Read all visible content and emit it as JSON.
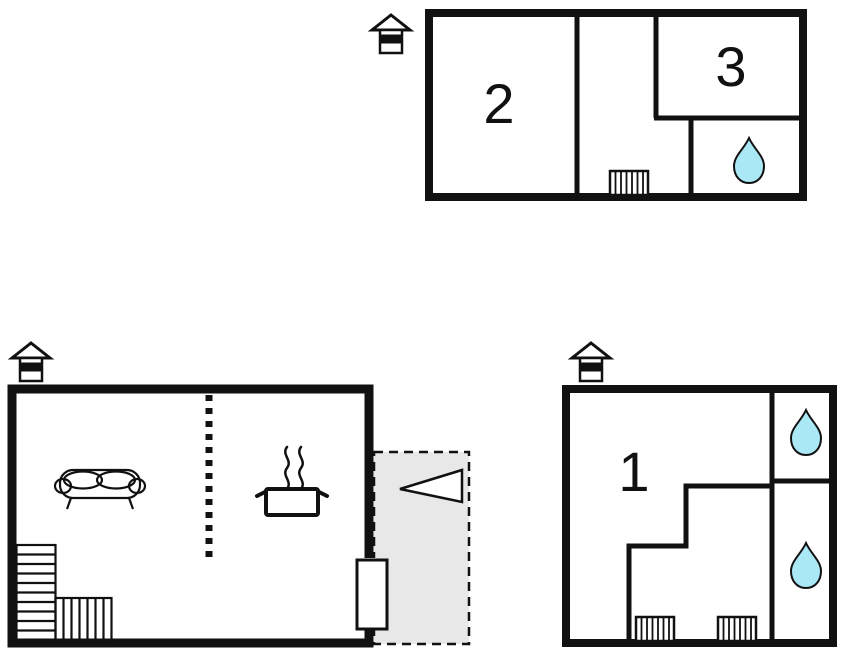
{
  "scene": {
    "type": "vacation-home-floor-plan",
    "background": "#ffffff"
  },
  "colors": {
    "wall": "#111111",
    "water_drop": "#a9e8f4",
    "terrace": "#e8e8e8",
    "white": "#ffffff"
  },
  "labels": {
    "room1": "1",
    "room2": "2",
    "room3": "3"
  },
  "plans": {
    "upper_floor": {
      "rooms": [
        "2",
        "3"
      ],
      "features": [
        "house-icon",
        "radiator",
        "water-drop-bathroom"
      ]
    },
    "ground_floor": {
      "rooms": [],
      "features": [
        "house-icon",
        "sofa",
        "stove-pot",
        "dashed-partition",
        "stairs",
        "door",
        "terrace-dashed",
        "terrace-arrow"
      ]
    },
    "annex": {
      "rooms": [
        "1"
      ],
      "features": [
        "house-icon",
        "water-drop-bathroom",
        "water-drop-bathroom",
        "stepped-wall",
        "radiator",
        "radiator"
      ]
    }
  },
  "icons": [
    "house-icon",
    "water-drop-icon",
    "radiator-icon",
    "sofa-icon",
    "stove-pot-icon",
    "steam-icon",
    "stairs-icon",
    "door-leaf",
    "terrace-arrow-icon"
  ]
}
